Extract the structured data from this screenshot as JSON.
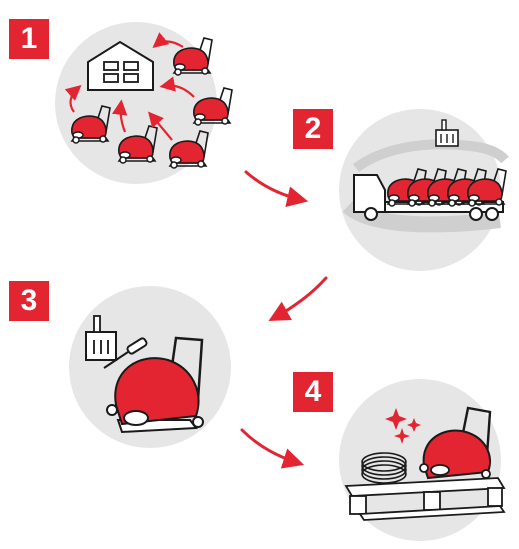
{
  "colors": {
    "accent": "#e32431",
    "circle_bg": "#e6e6e6",
    "outline": "#1a1a1a",
    "road": "#cfcfcf"
  },
  "steps": [
    {
      "number": "1",
      "icon": "collection-icon"
    },
    {
      "number": "2",
      "icon": "transport-truck-icon"
    },
    {
      "number": "3",
      "icon": "factory-repair-icon"
    },
    {
      "number": "4",
      "icon": "refurbished-pallet-icon"
    }
  ],
  "connectors": [
    "arrow-1-to-2",
    "arrow-2-to-3",
    "arrow-3-to-4"
  ]
}
